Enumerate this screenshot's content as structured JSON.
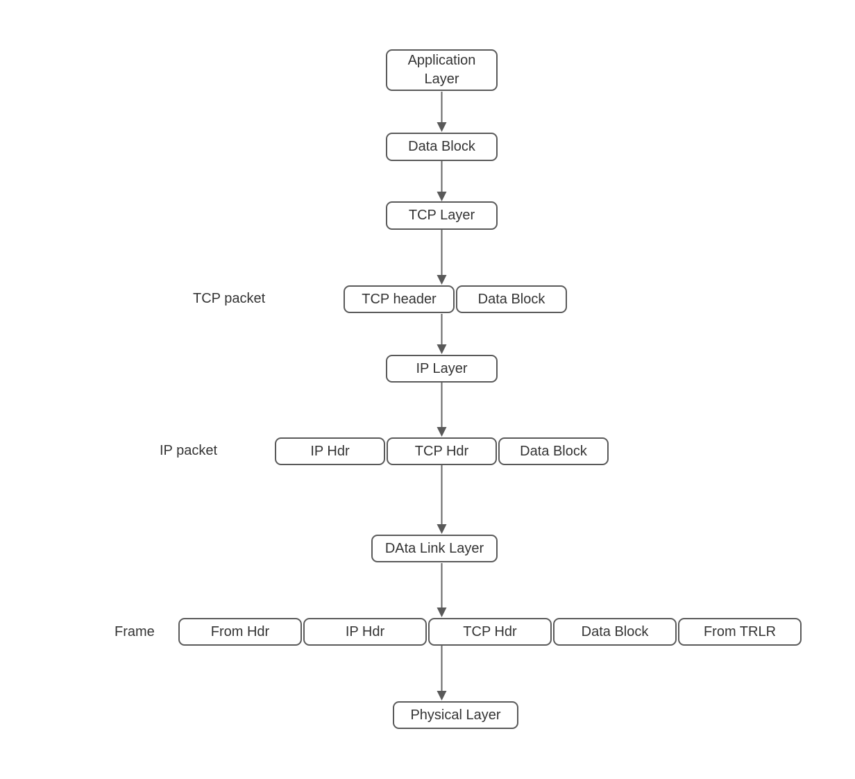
{
  "style": {
    "background": "#ffffff",
    "box_fill": "#ffffff",
    "box_border_color": "#595959",
    "text_color": "#333333",
    "arrow_line_color": "#666666",
    "arrowhead_color": "#595959"
  },
  "nodes": {
    "application_layer": {
      "label": "Application Layer"
    },
    "data_block": {
      "label": "Data Block"
    },
    "tcp_layer": {
      "label": "TCP Layer"
    },
    "ip_layer": {
      "label": "IP Layer"
    },
    "data_link_layer": {
      "label": "DAta Link Layer"
    },
    "physical_layer": {
      "label": "Physical Layer"
    }
  },
  "rows": {
    "tcp_packet": {
      "label": "TCP packet",
      "boxes": [
        "TCP header",
        "Data Block"
      ]
    },
    "ip_packet": {
      "label": "IP packet",
      "boxes": [
        "IP Hdr",
        "TCP Hdr",
        "Data Block"
      ]
    },
    "frame": {
      "label": "Frame",
      "boxes": [
        "From Hdr",
        "IP Hdr",
        "TCP Hdr",
        "Data Block",
        "From TRLR"
      ]
    }
  }
}
